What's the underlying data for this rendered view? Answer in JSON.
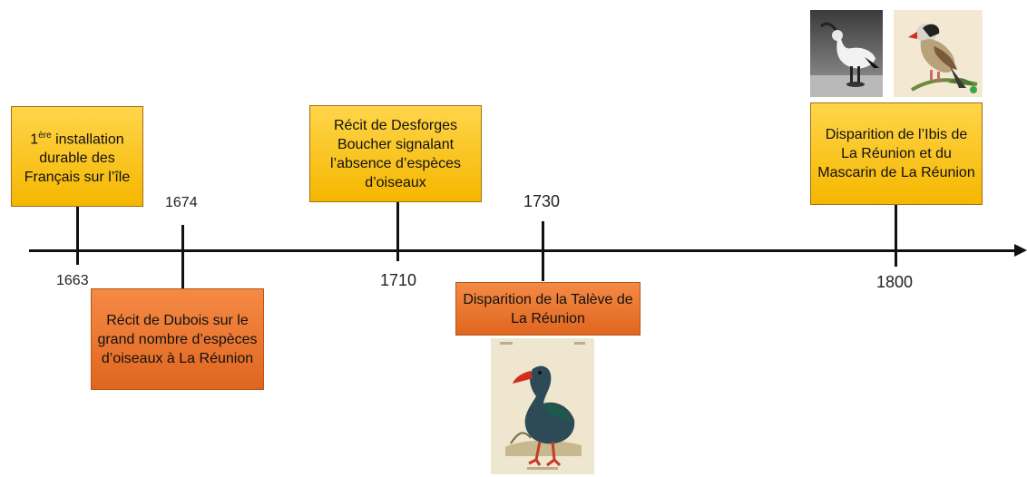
{
  "events": [
    {
      "year": "1663",
      "text_pre": "1",
      "text_sup": "ère",
      "text_post": " installation durable des Français sur l’île"
    },
    {
      "year": "1674",
      "text": "Récit de Dubois sur le grand nombre d’espèces d’oiseaux à La Réunion"
    },
    {
      "year": "1710",
      "text": "Récit de Desforges Boucher signalant l’absence d’espèces d’oiseaux"
    },
    {
      "year": "1730",
      "text": "Disparition de la Talève de La Réunion"
    },
    {
      "year": "1800",
      "text": "Disparition de l’Ibis de La Réunion et du Mascarin de La Réunion"
    }
  ],
  "colors": {
    "yellow": "#f5b700",
    "orange": "#e0661f",
    "axis": "#111111"
  },
  "icons": [
    "ibis-photo-icon",
    "mascarin-illustration-icon",
    "taleve-illustration-icon"
  ]
}
